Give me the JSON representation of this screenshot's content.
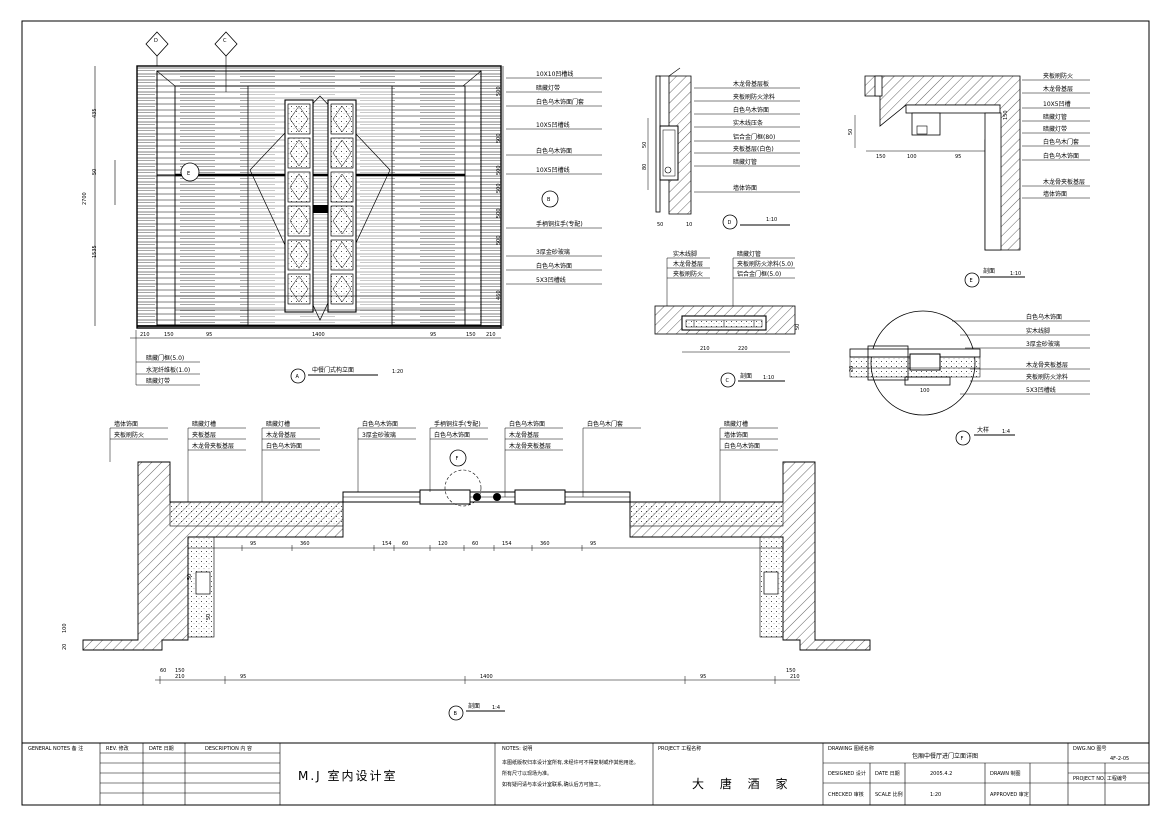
{
  "elevation_a": {
    "top_labels": [
      "10X10凹槽线",
      "暗藏灯带",
      "白色乌木饰面门套",
      "10X5凹槽线",
      "白色乌木饰面",
      "10X5凹槽线"
    ],
    "mid_labels": [
      "手柄铜拉手(专配)",
      "3厚金砂玻璃",
      "白色乌木饰面",
      "5X3凹槽线"
    ],
    "bottom_labels": [
      "暗藏门框(5.0)",
      "水泥纤维板(1.0)",
      "暗藏灯带"
    ],
    "left_dims": [
      "435",
      "50",
      "2700",
      "1535"
    ],
    "right_dims": [
      "500",
      "500",
      "500",
      "500",
      "500",
      "500",
      "460"
    ],
    "bottom_dims": [
      "210",
      "150",
      "95",
      "1400",
      "95",
      "150",
      "210"
    ],
    "title": "中餐门式构立面",
    "scale": "1:20",
    "tag": "A"
  },
  "detail_d": {
    "labels": [
      "木龙骨基层板",
      "夹板刷防火涂料",
      "白色乌木饰面",
      "实木线压条",
      "铝合金门框(80)",
      "夹板基层(白色)",
      "暗藏灯管",
      "墙体饰面"
    ],
    "dims": [
      "50",
      "80",
      "50",
      "10"
    ],
    "title": "1:10",
    "tag": "D"
  },
  "detail_c": {
    "left_labels": [
      "实木线脚",
      "木龙骨基层",
      "夹板刷防火"
    ],
    "right_labels": [
      "暗藏灯管",
      "夹板刷防火涂料(5.0)",
      "铝合金门框(5.0)"
    ],
    "dims": [
      "210",
      "220",
      "50"
    ],
    "title": "剖面",
    "scale": "1:10",
    "tag": "C"
  },
  "detail_e": {
    "labels": [
      "夹板刷防火",
      "木龙骨基层",
      "10X5凹槽",
      "暗藏灯管",
      "暗藏灯带",
      "白色乌木门套",
      "白色乌木饰面",
      "木龙骨夹板基层",
      "墙体饰面"
    ],
    "dims": [
      "50",
      "150",
      "100",
      "95",
      "150"
    ],
    "title": "剖面",
    "scale": "1:10",
    "tag": "E"
  },
  "detail_f": {
    "labels": [
      "白色乌木饰面",
      "实木线脚",
      "3厚金砂玻璃",
      "木龙骨夹板基层",
      "夹板刷防火涂料",
      "5X3凹槽线"
    ],
    "dims": [
      "20",
      "100"
    ],
    "title": "大样",
    "scale": "1:4",
    "tag": "F"
  },
  "section_b": {
    "top_labels": [
      [
        "墙体饰面",
        "夹板刷防火"
      ],
      [
        "暗藏灯槽",
        "夹板基层",
        "木龙骨夹板基层"
      ],
      [
        "暗藏灯槽",
        "木龙骨基层",
        "白色乌木饰面"
      ],
      [
        "白色乌木饰面",
        "3厚金砂玻璃"
      ],
      [
        "手柄铜拉手(专配)",
        "白色乌木饰面"
      ],
      [
        "白色乌木饰面",
        "木龙骨基层",
        "木龙骨夹板基层"
      ],
      [
        "白色乌木门套"
      ],
      [
        "暗藏灯槽",
        "墙体饰面",
        "白色乌木饰面"
      ]
    ],
    "inner_dims": [
      "95",
      "360",
      "154",
      "60",
      "120",
      "60",
      "154",
      "360",
      "95"
    ],
    "bottom_dims": [
      "210",
      "95",
      "1400",
      "95",
      "210"
    ],
    "side_dims": [
      "150",
      "60",
      "150",
      "50",
      "50",
      "20",
      "100"
    ],
    "title": "剖面",
    "scale": "1:4",
    "tag": "B"
  },
  "title_block": {
    "general_notes": "GENERAL NOTES 备 注",
    "rev_headers": [
      "REV. 修改",
      "DATE 日期",
      "DESCRIPTION 内 容"
    ],
    "studio": "M.J 室内设计室",
    "notes_header": "NOTES: 说明",
    "notes_lines": [
      "本图纸版权归本设计室所有,未经许可不得复制或作其他用途。",
      "所有尺寸以现场为准。",
      "如有疑问请与本设计室联系,确认后方可施工。"
    ],
    "project_label": "PROJECT 工程名称",
    "project_name": "大 唐 酒 家",
    "drawing_label": "DRAWING 图纸名称",
    "drawing_title": "包厢中餐厅进门立面详图",
    "designed": "DESIGNED 设计",
    "checked": "CHECKED 审核",
    "date_label": "DATE 日期",
    "date_value": "2005.4.2",
    "scale_label": "SCALE 比例",
    "scale_value": "1:20",
    "drawn_label": "DRAWN 制图",
    "approved_label": "APPROVED 审定",
    "dwg_no_label": "DWG.NO 图号",
    "dwg_no": "4F-2-05",
    "project_no_label": "PROJECT NO. 工程编号"
  }
}
